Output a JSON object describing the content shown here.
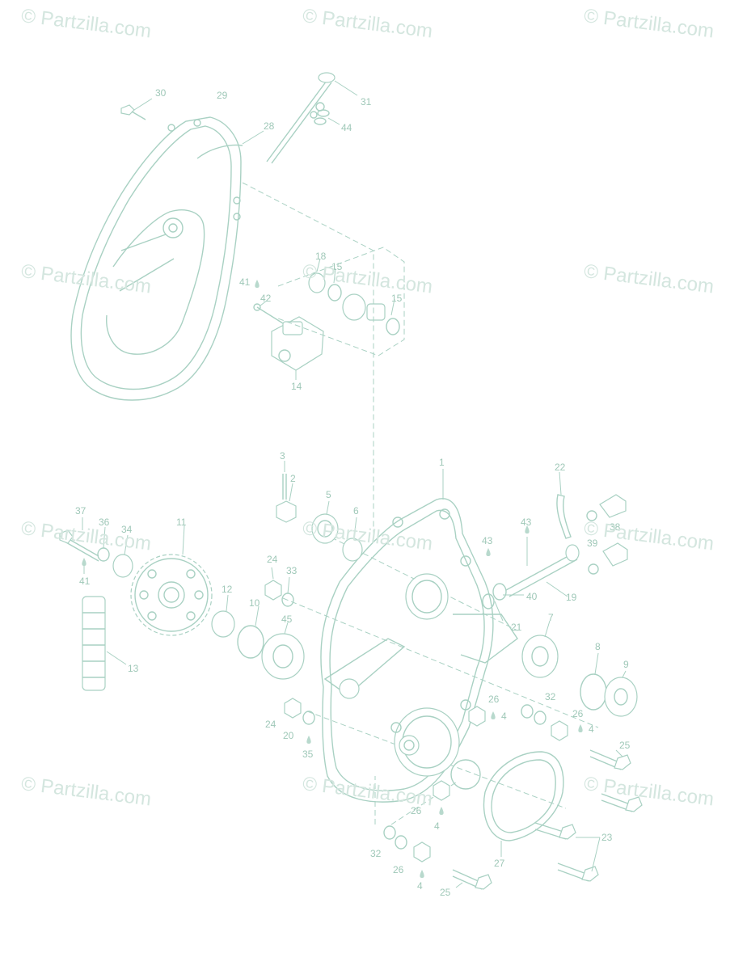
{
  "watermark": "© Partzilla.com",
  "colors": {
    "line": "#a9d1c3",
    "label": "#9fc8b8",
    "watermark": "#d4e6df"
  },
  "labels": {
    "p1": "1",
    "p2": "2",
    "p3": "3",
    "p4a": "4",
    "p4b": "4",
    "p4c": "4",
    "p4d": "4",
    "p5": "5",
    "p6": "6",
    "p7": "7",
    "p8": "8",
    "p9": "9",
    "p10": "10",
    "p11": "11",
    "p12": "12",
    "p13": "13",
    "p14": "14",
    "p15a": "15",
    "p15b": "15",
    "p18": "18",
    "p19": "19",
    "p20": "20",
    "p21": "21",
    "p22": "22",
    "p23": "23",
    "p24a": "24",
    "p24b": "24",
    "p25a": "25",
    "p25b": "25",
    "p26a": "26",
    "p26b": "26",
    "p26c": "26",
    "p26d": "26",
    "p27": "27",
    "p28": "28",
    "p29": "29",
    "p30": "30",
    "p31": "31",
    "p32a": "32",
    "p32b": "32",
    "p33": "33",
    "p34": "34",
    "p35": "35",
    "p36": "36",
    "p37": "37",
    "p38": "38",
    "p39": "39",
    "p40": "40",
    "p41a": "41",
    "p41b": "41",
    "p42": "42",
    "p43a": "43",
    "p43b": "43",
    "p44": "44",
    "p45": "45"
  }
}
